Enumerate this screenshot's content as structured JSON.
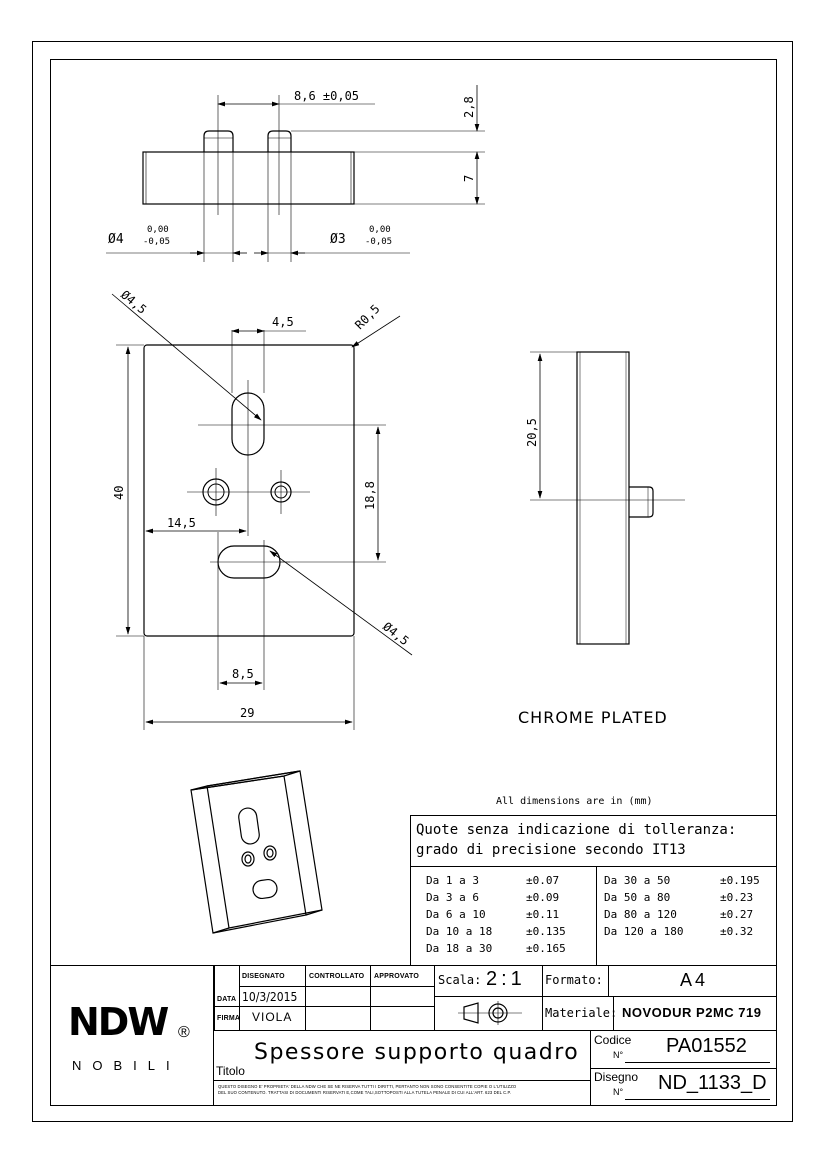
{
  "dimensions": {
    "pin_spacing": "8,6 ±0,05",
    "pin_height": "2,8",
    "plate_thickness": "7",
    "pin_large_diam": "Ø4",
    "pin_small_diam": "Ø3",
    "tol_upper": "0,00",
    "tol_lower": "-0,05",
    "slot_top_diam": "Ø4,5",
    "slot_width": "4,5",
    "corner_radius": "R0,5",
    "height": "40",
    "hole_offset": "14,5",
    "slot_spacing": "18,8",
    "slot_bottom_diam": "Ø4,5",
    "slot_pos": "8,5",
    "width": "29",
    "side_height": "20,5"
  },
  "finish_note": "CHROME PLATED",
  "units_note": "All dimensions are in (mm)",
  "tolerance": {
    "title_line1": "Quote senza indicazione di tolleranza:",
    "title_line2": "grado di precisione secondo IT13",
    "left": [
      {
        "range": "Da 1 a 3",
        "value": "±0.07"
      },
      {
        "range": "Da 3 a 6",
        "value": "±0.09"
      },
      {
        "range": "Da 6 a 10",
        "value": "±0.11"
      },
      {
        "range": "Da 10 a 18",
        "value": "±0.135"
      },
      {
        "range": "Da 18 a 30",
        "value": "±0.165"
      }
    ],
    "right": [
      {
        "range": "Da 30 a 50",
        "value": "±0.195"
      },
      {
        "range": "Da 50 a 80",
        "value": "±0.23"
      },
      {
        "range": "Da 80 a 120",
        "value": "±0.27"
      },
      {
        "range": "Da 120 a 180",
        "value": "±0.32"
      }
    ]
  },
  "title_block": {
    "col_disegnato": "DISEGNATO",
    "col_controllato": "CONTROLLATO",
    "col_approvato": "APPROVATO",
    "row_data": "DATA",
    "row_firma": "FIRMA",
    "data_value": "10/3/2015",
    "firma_value": "VIOLA",
    "scala_label": "Scala:",
    "scala_value": "2:1",
    "formato_label": "Formato:",
    "formato_value": "A4",
    "materiale_label": "Materiale:",
    "materiale_value": "NOVODUR P2MC 719",
    "codice_label": "Codice",
    "codice_n": "N°",
    "codice_value": "PA01552",
    "disegno_label": "Disegno",
    "disegno_n": "N°",
    "disegno_value": "ND_1133_D",
    "titolo_label": "Titolo",
    "titolo_value": "Spessore supporto quadro",
    "logo_text": "NDW",
    "logo_sub": "NOBILI",
    "note_line1": "QUESTO DISEGNO E' PROPRIETA' DELLA NDW CHE SE NE RISERVA TUTTI I DIRITTI, PERTANTO NON SONO CONSENTITE COPIE O L'UTILIZZO",
    "note_line2": "DEL SUO CONTENUTO. TRATTASI DI DOCUMENTI RISERVATI E,COME TALI,SOTTOPOSTI ALLA TUTELA PENALE DI CUI ALL'ART. 623 DEL C.P."
  }
}
